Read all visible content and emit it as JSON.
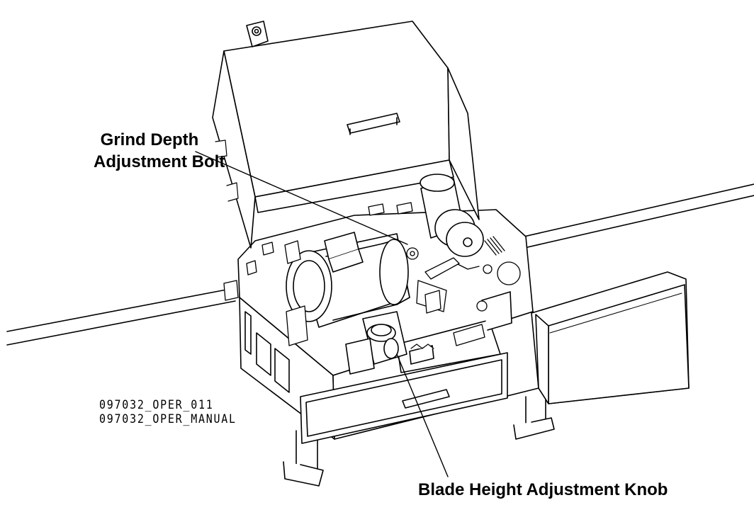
{
  "callouts": {
    "grind_depth_line1": "Grind Depth",
    "grind_depth_line2": "Adjustment Bolt",
    "blade_height": "Blade Height Adjustment Knob"
  },
  "drawing_refs": {
    "line1": "097032_OPER_011",
    "line2": "097032_OPER_MANUAL"
  },
  "colors": {
    "line": "#000000",
    "fill": "#ffffff",
    "shade": "#f2f2f2"
  }
}
